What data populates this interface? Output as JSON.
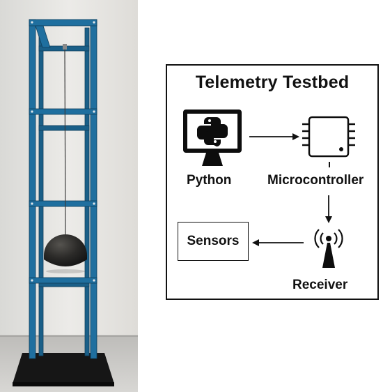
{
  "diagram": {
    "title": "Telemetry Testbed",
    "nodes": {
      "python": "Python",
      "microcontroller": "Microcontroller",
      "receiver": "Receiver",
      "sensors": "Sensors"
    },
    "edges": [
      {
        "from": "python",
        "to": "microcontroller"
      },
      {
        "from": "microcontroller",
        "to": "receiver"
      },
      {
        "from": "receiver",
        "to": "sensors"
      }
    ]
  },
  "photo": {
    "frame_color": "#1f6f9f",
    "weight_color": "#2b2a28"
  }
}
